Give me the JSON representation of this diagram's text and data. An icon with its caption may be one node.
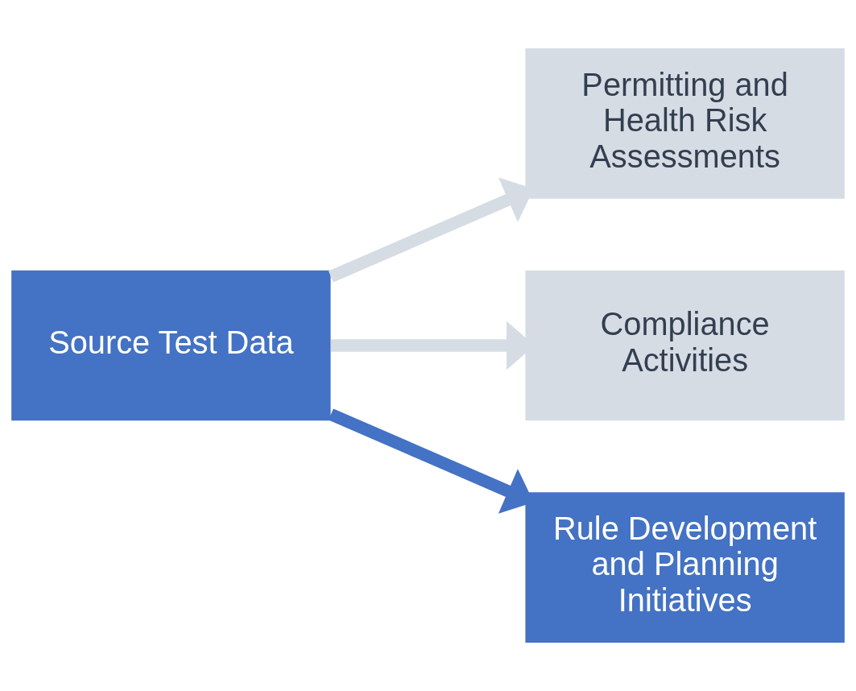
{
  "diagram": {
    "nodes": [
      {
        "text": [
          "Source Test Data"
        ]
      },
      {
        "text": [
          "Permitting and Health Risk Assessments"
        ]
      },
      {
        "text": [
          "Compliance Activities"
        ]
      },
      {
        "text": [
          "Rule Development and Planning Initiatives"
        ]
      }
    ],
    "edges": [
      {
        "from": 0,
        "to": 1,
        "arrow": "to"
      },
      {
        "from": 0,
        "to": 2,
        "arrow": "to"
      },
      {
        "from": 0,
        "to": 3,
        "arrow": "to",
        "color": "#4472c4"
      }
    ]
  }
}
